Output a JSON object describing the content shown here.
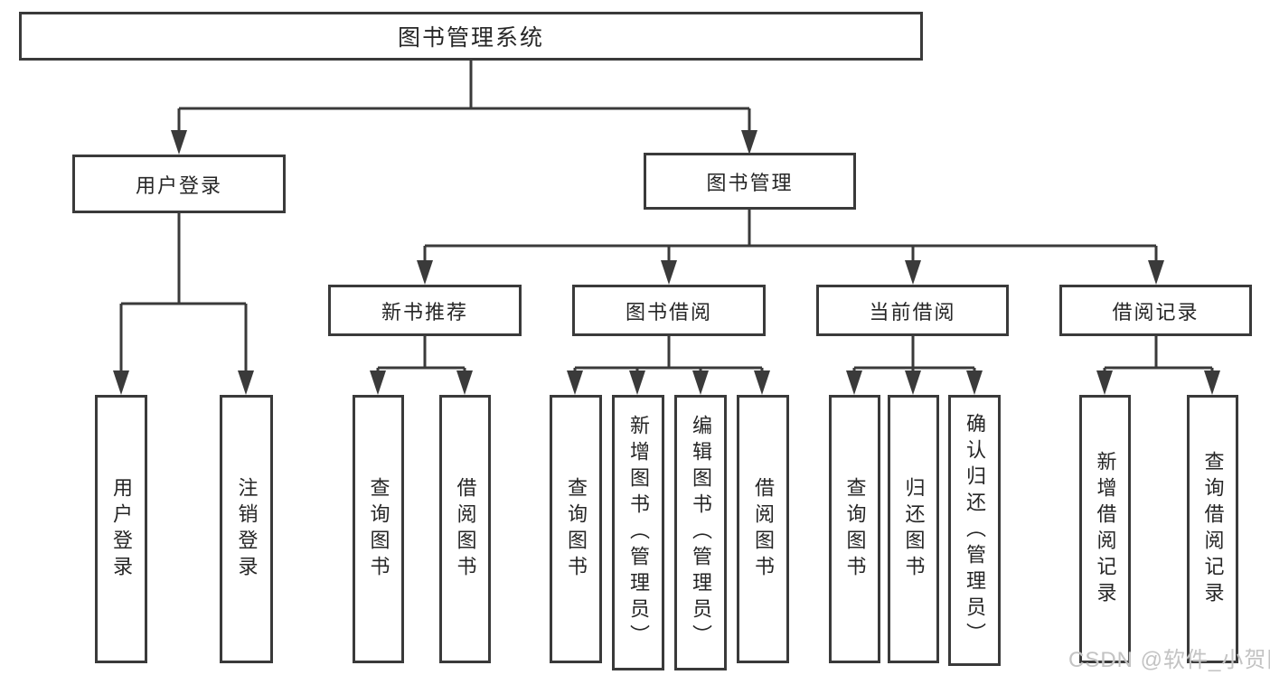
{
  "nodes": {
    "root": "图书管理系统",
    "user_login": "用户登录",
    "book_mgmt": "图书管理",
    "new_book_rec": "新书推荐",
    "book_borrow": "图书借阅",
    "current_borrow": "当前借阅",
    "borrow_records": "借阅记录",
    "leaf_user_login": "用户登录",
    "leaf_logout": "注销登录",
    "leaf_nbr_query": "查询图书",
    "leaf_nbr_borrow": "借阅图书",
    "leaf_bb_query": "查询图书",
    "leaf_bb_add": "新增图书（管理员）",
    "leaf_bb_edit": "编辑图书（管理员）",
    "leaf_bb_borrow": "借阅图书",
    "leaf_cb_query": "查询图书",
    "leaf_cb_return": "归还图书",
    "leaf_cb_confirm": "确认归还（管理员）",
    "leaf_br_add": "新增借阅记录",
    "leaf_br_query": "查询借阅记录"
  },
  "watermark": "CSDN @软件_小贺同学",
  "colors": {
    "line": "#3a3a3a",
    "text": "#262626",
    "box_bg": "#ffffff",
    "watermark": "#c3c3c3"
  }
}
